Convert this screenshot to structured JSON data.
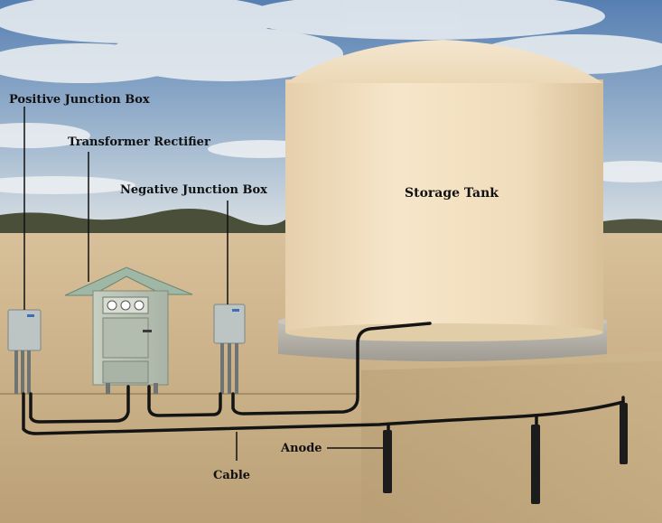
{
  "labels": {
    "positive_junction_box": "Positive Junction Box",
    "transformer_rectifier": "Transformer Rectifier",
    "negative_junction_box": "Negative Junction Box",
    "storage_tank": "Storage Tank",
    "anode": "Anode",
    "cable": "Cable"
  },
  "colors": {
    "sky_top": "#5f86b5",
    "sky_bottom": "#c9d6e2",
    "ground_surface": "#cfb690",
    "soil": "#c9b187",
    "tank_body": "#efdcbc",
    "tank_base": "#b9b6ae",
    "cable": "#141414",
    "rectifier_body": "#b9c3b5"
  }
}
